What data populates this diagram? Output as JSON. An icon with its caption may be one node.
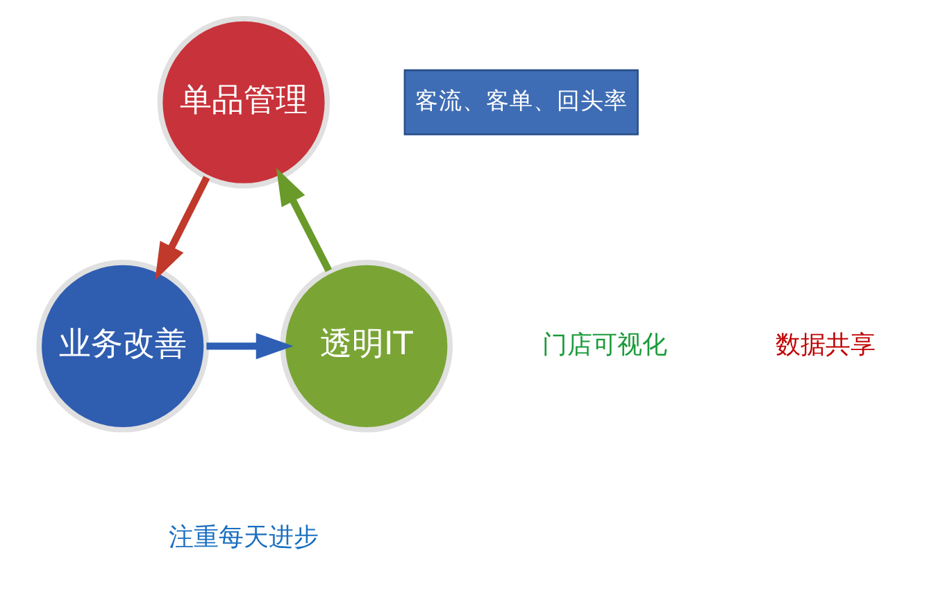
{
  "diagram": {
    "nodes": [
      {
        "text": [
          "单品管理"
        ]
      },
      {
        "text": [
          "业务改善"
        ]
      },
      {
        "text": [
          "透明IT"
        ]
      },
      {
        "text": [
          "客流、客单、回头率"
        ]
      }
    ],
    "edges": [
      {
        "from": 0,
        "to": 1,
        "arrow": "to",
        "color": "#c0392b"
      },
      {
        "from": 1,
        "to": 2,
        "arrow": "to",
        "color": "#2e5fb5"
      },
      {
        "from": 2,
        "to": 0,
        "arrow": "to",
        "color": "#6a9a2a"
      }
    ],
    "labels": [
      "门店可视化",
      "数据共享",
      "注重每天进步"
    ]
  }
}
